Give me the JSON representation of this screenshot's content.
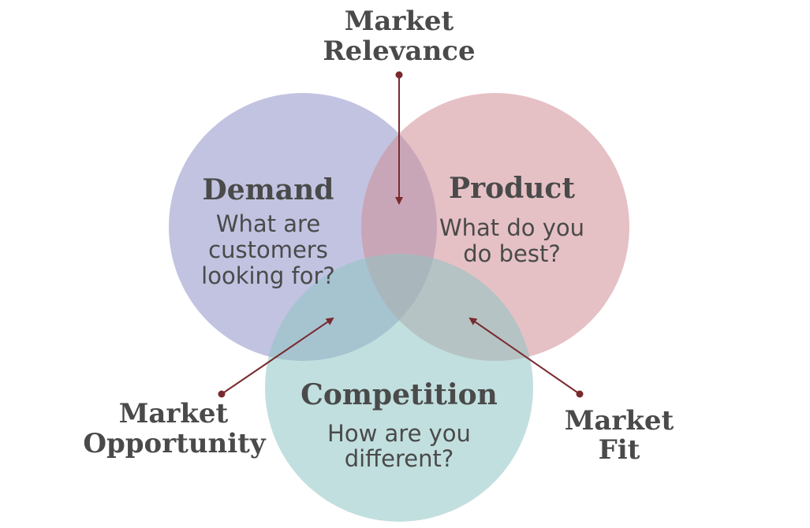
{
  "diagram": {
    "circles": [
      {
        "id": "demand",
        "title": "Demand",
        "subtitle_lines": [
          "What are",
          "customers",
          "looking for?"
        ],
        "color": "#8e92c9"
      },
      {
        "id": "product",
        "title": "Product",
        "subtitle_lines": [
          "What do you",
          "do best?"
        ],
        "color": "#cf8e96"
      },
      {
        "id": "competition",
        "title": "Competition",
        "subtitle_lines": [
          "How are you",
          "different?"
        ],
        "color": "#8ec4c2"
      }
    ],
    "callouts": {
      "market_relevance": [
        "Market",
        "Relevance"
      ],
      "market_opportunity": [
        "Market",
        "Opportunity"
      ],
      "market_fit": [
        "Market",
        "Fit"
      ]
    },
    "arrow_color": "#7a2a2e"
  }
}
